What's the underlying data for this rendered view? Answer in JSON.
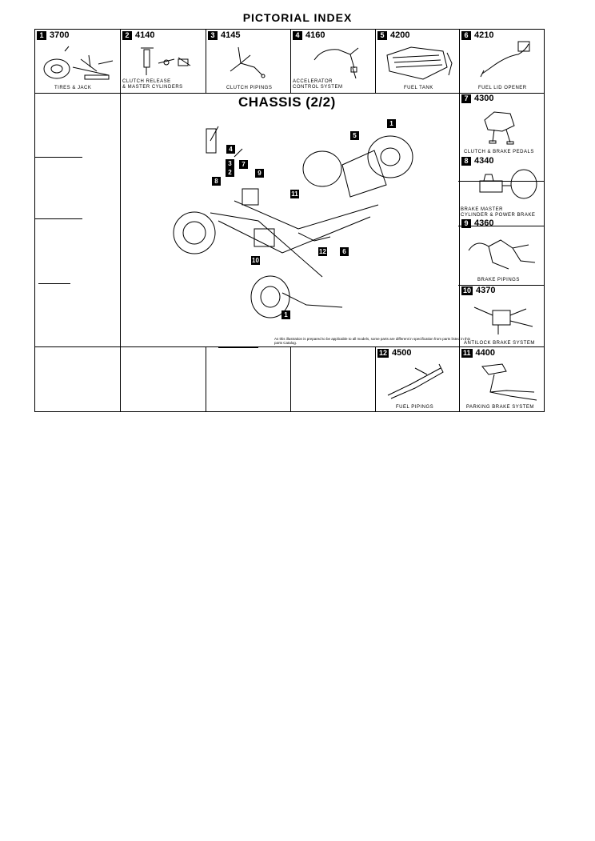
{
  "page_title": "PICTORIAL INDEX",
  "section_title": "CHASSIS (2/2)",
  "top_cells": [
    {
      "num": "1",
      "code": "3700",
      "caption": "TIRES & JACK"
    },
    {
      "num": "2",
      "code": "4140",
      "caption": "CLUTCH RELEASE\n& MASTER CYLINDERS"
    },
    {
      "num": "3",
      "code": "4145",
      "caption": "CLUTCH PIPINGS"
    },
    {
      "num": "4",
      "code": "4160",
      "caption": "ACCELERATOR\nCONTROL SYSTEM"
    },
    {
      "num": "5",
      "code": "4200",
      "caption": "FUEL TANK"
    },
    {
      "num": "6",
      "code": "4210",
      "caption": "FUEL LID OPENER"
    }
  ],
  "right_cells": [
    {
      "num": "7",
      "code": "4300",
      "caption": "CLUTCH & BRAKE PEDALS"
    },
    {
      "num": "8",
      "code": "4340",
      "caption": "BRAKE MASTER\nCYLINDER & POWER BRAKE"
    },
    {
      "num": "9",
      "code": "4360",
      "caption": "BRAKE PIPINGS"
    },
    {
      "num": "10",
      "code": "4370",
      "caption": "ANTILOCK BRAKE SYSTEM"
    }
  ],
  "bottom_cells": [
    {
      "num": "12",
      "code": "4500",
      "caption": "FUEL PIPINGS"
    },
    {
      "num": "11",
      "code": "4400",
      "caption": "PARKING BRAKE SYSTEM"
    }
  ],
  "callouts": [
    "1",
    "5",
    "4",
    "3",
    "7",
    "2",
    "8",
    "9",
    "11",
    "12",
    "6",
    "10",
    "1"
  ],
  "note": "As this illustration is prepared to be applicable to all models, some parts are different in specification from parts listed in this parts Catalog."
}
